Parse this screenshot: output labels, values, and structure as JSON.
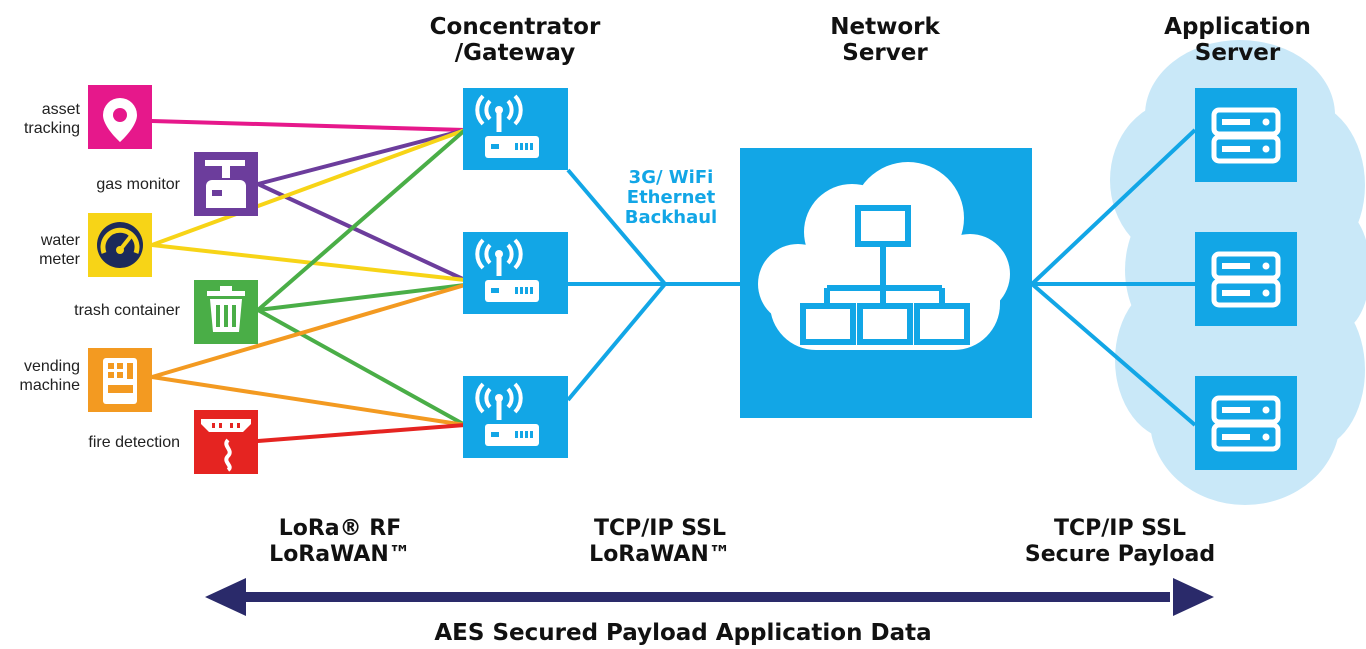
{
  "headers": {
    "gateway": "Concentrator\n/Gateway",
    "network": "Network\nServer",
    "application": "Application\nServer"
  },
  "devices": [
    {
      "label": "asset\ntracking",
      "icon": "location-pin-icon",
      "color": "#e6188b"
    },
    {
      "label": "gas monitor",
      "icon": "gas-canister-icon",
      "color": "#6c3d9c"
    },
    {
      "label": "water\nmeter",
      "icon": "gauge-icon",
      "color": "#f7d417"
    },
    {
      "label": "trash container",
      "icon": "trash-can-icon",
      "color": "#4aae47"
    },
    {
      "label": "vending\nmachine",
      "icon": "vending-machine-icon",
      "color": "#f39a21"
    },
    {
      "label": "fire detection",
      "icon": "smoke-detector-icon",
      "color": "#e52421"
    }
  ],
  "gateways": [
    {
      "icon": "antenna-router-icon"
    },
    {
      "icon": "antenna-router-icon"
    },
    {
      "icon": "antenna-router-icon"
    }
  ],
  "backhaul": "3G/ WiFi\nEthernet\nBackhaul",
  "network_server_icon": "cloud-network-icon",
  "app_servers": [
    {
      "icon": "server-icon"
    },
    {
      "icon": "server-icon"
    },
    {
      "icon": "server-icon"
    }
  ],
  "protocols": {
    "rf": "LoRa® RF\nLoRaWAN™",
    "tcp_lorawan": "TCP/IP SSL\nLoRaWAN™",
    "tcp_secure": "TCP/IP SSL\nSecure Payload"
  },
  "bottom_title": "AES Secured Payload Application Data",
  "colors": {
    "blue": "#12a6e6",
    "cloud": "#c9e8f8",
    "arrow": "#2a2a6a"
  }
}
